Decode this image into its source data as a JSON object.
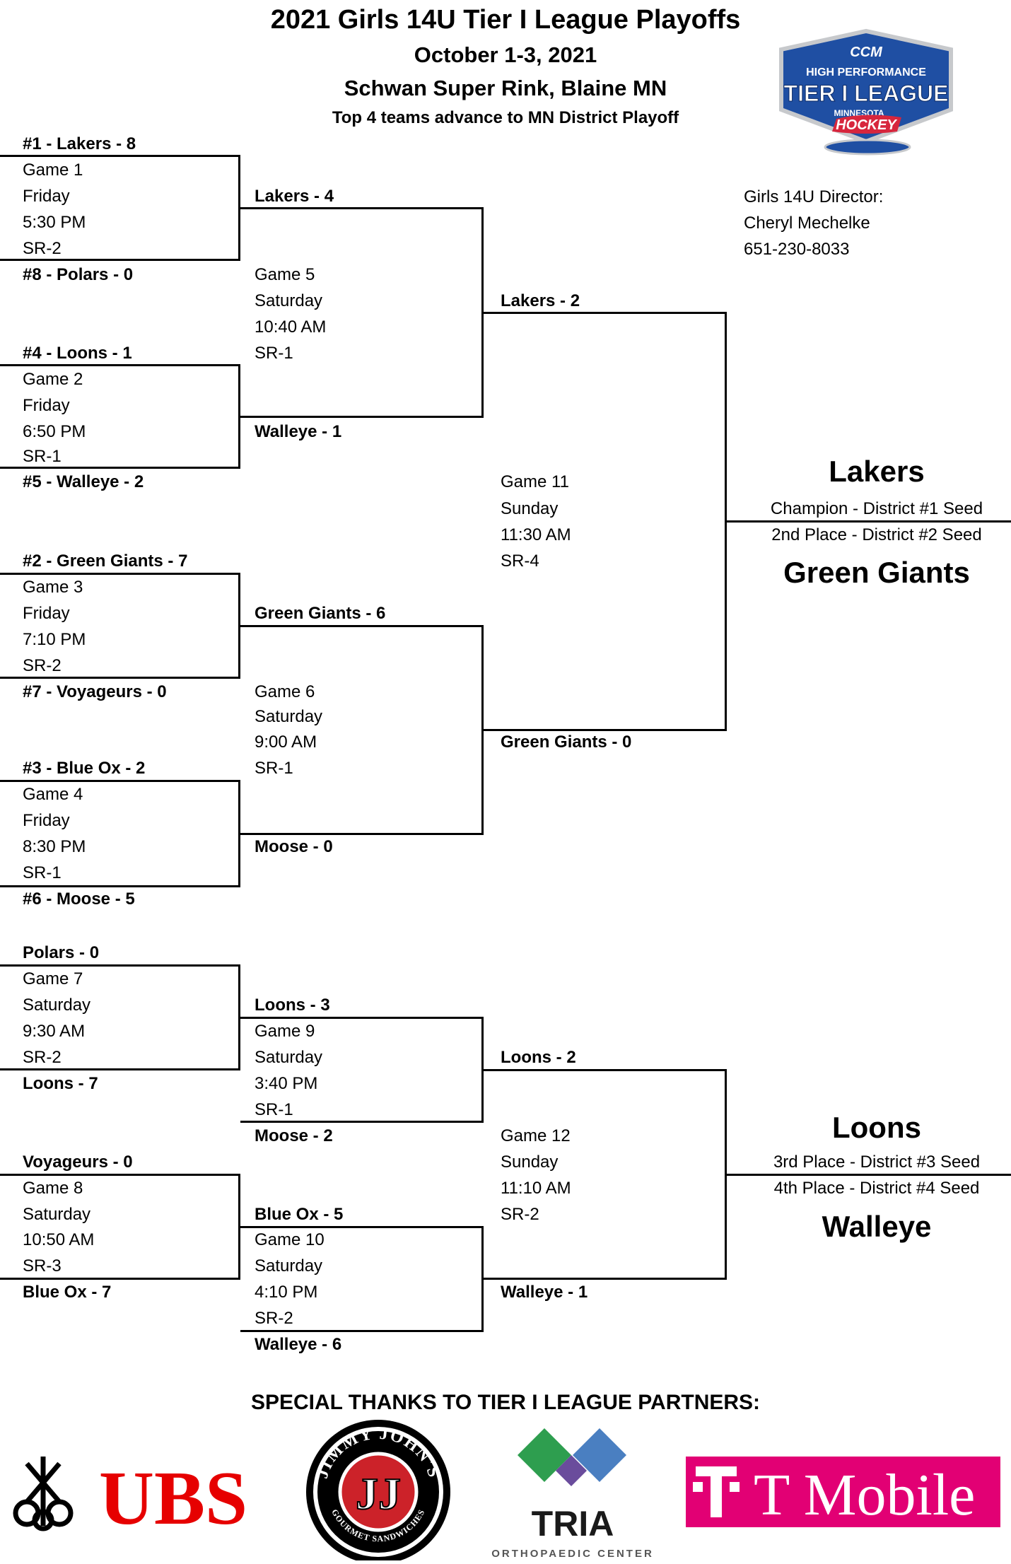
{
  "header": {
    "title": "2021 Girls 14U Tier I League Playoffs",
    "dates": "October 1-3, 2021",
    "venue": "Schwan Super Rink, Blaine MN",
    "note": "Top 4 teams advance to MN District Playoff"
  },
  "league_logo": {
    "icon": "ccm-tier-i-league-logo-icon",
    "line1": "CCM",
    "line2": "HIGH PERFORMANCE",
    "line3": "TIER I LEAGUE",
    "line4": "MINNESOTA",
    "line5": "HOCKEY",
    "colors": {
      "blue": "#1f4fa3",
      "red": "#d7263d",
      "silver": "#c7c9cc"
    }
  },
  "director": {
    "title": "Girls 14U Director:",
    "name": "Cheryl Mechelke",
    "phone": "651-230-8033"
  },
  "round1": [
    {
      "team_top": "#1 - Lakers - 8",
      "game": "Game 1",
      "day": "Friday",
      "time": "5:30 PM",
      "rink": "SR-2",
      "team_bottom": "#8 - Polars - 0"
    },
    {
      "team_top": "#4 - Loons - 1",
      "game": "Game 2",
      "day": "Friday",
      "time": "6:50 PM",
      "rink": "SR-1",
      "team_bottom": "#5 - Walleye - 2"
    },
    {
      "team_top": "#2 - Green Giants - 7",
      "game": "Game 3",
      "day": "Friday",
      "time": "7:10 PM",
      "rink": "SR-2",
      "team_bottom": "#7 - Voyageurs - 0"
    },
    {
      "team_top": "#3 - Blue Ox - 2",
      "game": "Game 4",
      "day": "Friday",
      "time": "8:30 PM",
      "rink": "SR-1",
      "team_bottom": "#6 - Moose - 5"
    }
  ],
  "semis": [
    {
      "team_top": "Lakers - 4",
      "game": "Game 5",
      "day": "Saturday",
      "time": "10:40 AM",
      "rink": "SR-1",
      "team_bottom": "Walleye - 1"
    },
    {
      "team_top": "Green Giants - 6",
      "game": "Game 6",
      "day": "Saturday",
      "time": "9:00 AM",
      "rink": "SR-1",
      "team_bottom": "Moose - 0"
    }
  ],
  "final": {
    "team_top": "Lakers - 2",
    "game": "Game 11",
    "day": "Sunday",
    "time": "11:30 AM",
    "rink": "SR-4",
    "team_bottom": "Green Giants - 0"
  },
  "results_top": {
    "champion": "Lakers",
    "champion_label": "Champion - District #1 Seed",
    "second_label": "2nd Place - District #2 Seed",
    "second": "Green Giants"
  },
  "consolation": [
    {
      "team_top": "Polars - 0",
      "game": "Game 7",
      "day": "Saturday",
      "time": "9:30 AM",
      "rink": "SR-2",
      "team_bottom": "Loons - 7"
    },
    {
      "team_top": "Voyageurs - 0",
      "game": "Game 8",
      "day": "Saturday",
      "time": "10:50 AM",
      "rink": "SR-3",
      "team_bottom": "Blue Ox - 7"
    }
  ],
  "consolation_semis": [
    {
      "team_top": "Loons - 3",
      "game": "Game 9",
      "day": "Saturday",
      "time": "3:40 PM",
      "rink": "SR-1",
      "team_bottom": "Moose - 2"
    },
    {
      "team_top": "Blue Ox - 5",
      "game": "Game 10",
      "day": "Saturday",
      "time": "4:10 PM",
      "rink": "SR-2",
      "team_bottom": "Walleye - 6"
    }
  ],
  "third_game": {
    "team_top": "Loons - 2",
    "game": "Game 12",
    "day": "Sunday",
    "time": "11:10 AM",
    "rink": "SR-2",
    "team_bottom": "Walleye - 1"
  },
  "results_bottom": {
    "third": "Loons",
    "third_label": "3rd Place - District #3 Seed",
    "fourth_label": "4th Place - District #4 Seed",
    "fourth": "Walleye"
  },
  "partners": {
    "heading": "SPECIAL THANKS TO TIER I LEAGUE PARTNERS:",
    "ubs": {
      "icon": "ubs-keys-logo-icon",
      "name": "UBS",
      "color": "#e60000"
    },
    "jimmy_johns": {
      "icon": "jimmy-johns-logo-icon",
      "name": "JIMMY JOHN'S",
      "mark": "JJ",
      "tagline": "GOURMET SANDWICHES",
      "color": "#cc2229"
    },
    "tria": {
      "icon": "tria-logo-icon",
      "name": "TRIA",
      "tagline": "ORTHOPAEDIC CENTER",
      "colors": [
        "#2e9e4f",
        "#6a4c9c",
        "#4a7fc1"
      ]
    },
    "tmobile": {
      "icon": "tmobile-logo-icon",
      "name": "T Mobile",
      "color": "#e20074"
    }
  }
}
